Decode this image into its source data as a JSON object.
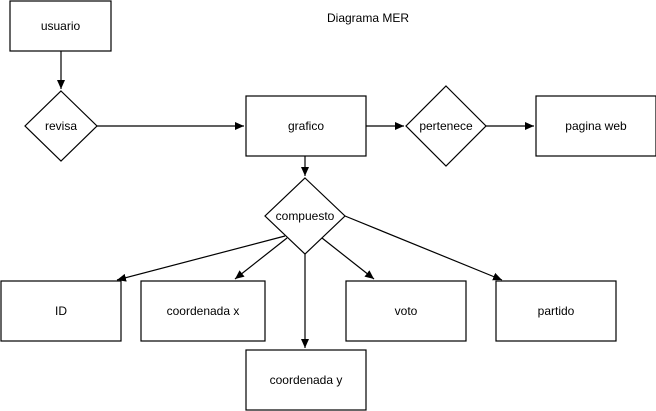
{
  "title": "Diagrama MER",
  "entities": {
    "usuario": "usuario",
    "grafico": "grafico",
    "pagina_web": "pagina web",
    "id": "ID",
    "coordenada_x": "coordenada x",
    "coordenada_y": "coordenada y",
    "voto": "voto",
    "partido": "partido"
  },
  "relationships": {
    "revisa": "revisa",
    "pertenece": "pertenece",
    "compuesto": "compuesto"
  },
  "colors": {
    "stroke": "#000000",
    "fill": "#ffffff",
    "text": "#000000"
  }
}
